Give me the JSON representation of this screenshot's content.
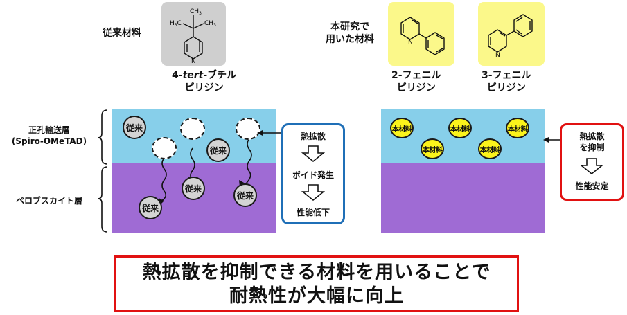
{
  "top": {
    "conventional_label": "従来材料",
    "study_label_line1": "本研究で",
    "study_label_line2": "用いた材料",
    "mol1": {
      "name_prefix": "4-",
      "name_italic": "tert",
      "name_suffix": "-ブチル",
      "name_line2": "ピリジン",
      "atom_ch3": "CH",
      "atom_ch3_sub": "3",
      "atom_h3c": "H",
      "atom_h3c_sub": "3",
      "atom_c": "C",
      "atom_n": "N"
    },
    "mol2": {
      "name_line1": "2-フェニル",
      "name_line2": "ピリジン",
      "atom_n": "N"
    },
    "mol3": {
      "name_line1": "3-フェニル",
      "name_line2": "ピリジン",
      "atom_n": "N"
    }
  },
  "layers": {
    "htl_label_line1": "正孔輸送層",
    "htl_label_line2": "(Spiro-OMeTAD)",
    "pvk_label": "ペロブスカイト層"
  },
  "left_panel": {
    "particle_label": "従来"
  },
  "right_panel": {
    "particle_label": "本材料"
  },
  "left_callout": {
    "step1": "熱拡散",
    "step2": "ボイド発生",
    "step3": "性能低下"
  },
  "right_callout": {
    "step1_line1": "熱拡散",
    "step1_line2": "を抑制",
    "step2": "性能安定"
  },
  "banner": {
    "line1": "熱拡散を抑制できる材料を用いることで",
    "line2": "耐熱性が大幅に向上"
  },
  "colors": {
    "htl": "#87cfea",
    "perovskite": "#9f6bd4",
    "conventional_bg": "#d4d4d4",
    "new_material": "#fbf31b",
    "left_callout_border": "#1f6fb7",
    "right_callout_border": "#e11111",
    "banner_border": "#e11111"
  }
}
